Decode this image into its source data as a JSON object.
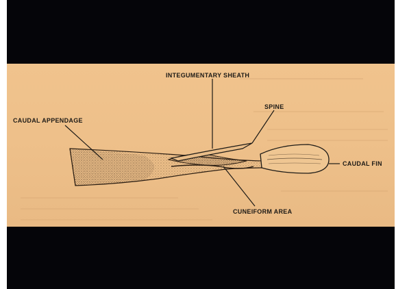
{
  "diagram": {
    "labels": {
      "integumentary_sheath": "INTEGUMENTARY SHEATH",
      "spine": "SPINE",
      "caudal_appendage": "CAUDAL APPENDAGE",
      "caudal_fin": "CAUDAL FIN",
      "cuneiform_area": "CUNEIFORM AREA"
    },
    "colors": {
      "paper": "#efc28c",
      "ink": "#1d1a16",
      "frame": "#050509"
    }
  }
}
